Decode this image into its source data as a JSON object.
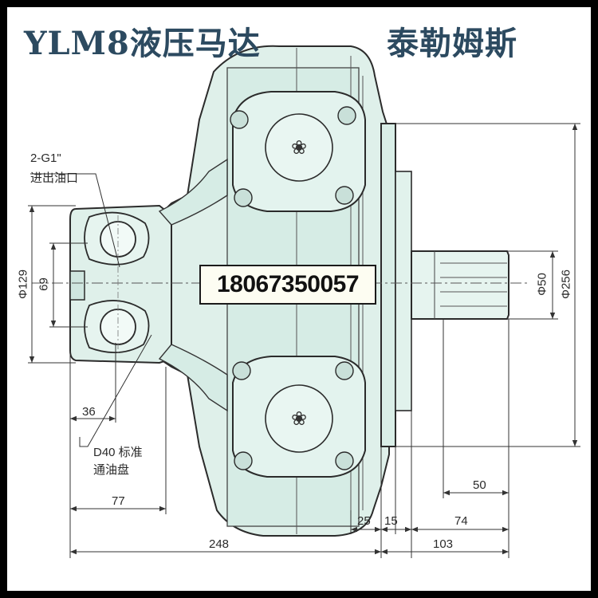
{
  "title_left": "YLM8液压马达",
  "title_right": "泰勒姆斯",
  "phone": "18067350057",
  "port_label": [
    "2-G1\"",
    "进出油口"
  ],
  "distributor_label": [
    "D40 标准",
    "通油盘"
  ],
  "dimensions": {
    "d129": "Φ129",
    "d69": "69",
    "d50": "Φ50",
    "d256": "Φ256",
    "d36": "36",
    "d77": "77",
    "d248": "248",
    "d25": "25",
    "d15": "15",
    "d50_shaft": "50",
    "d74": "74",
    "d103": "103"
  },
  "colors": {
    "body_fill": "#dff0ea",
    "outline": "#2b2b2b",
    "title": "#2c4a60",
    "frame": "#000000"
  }
}
